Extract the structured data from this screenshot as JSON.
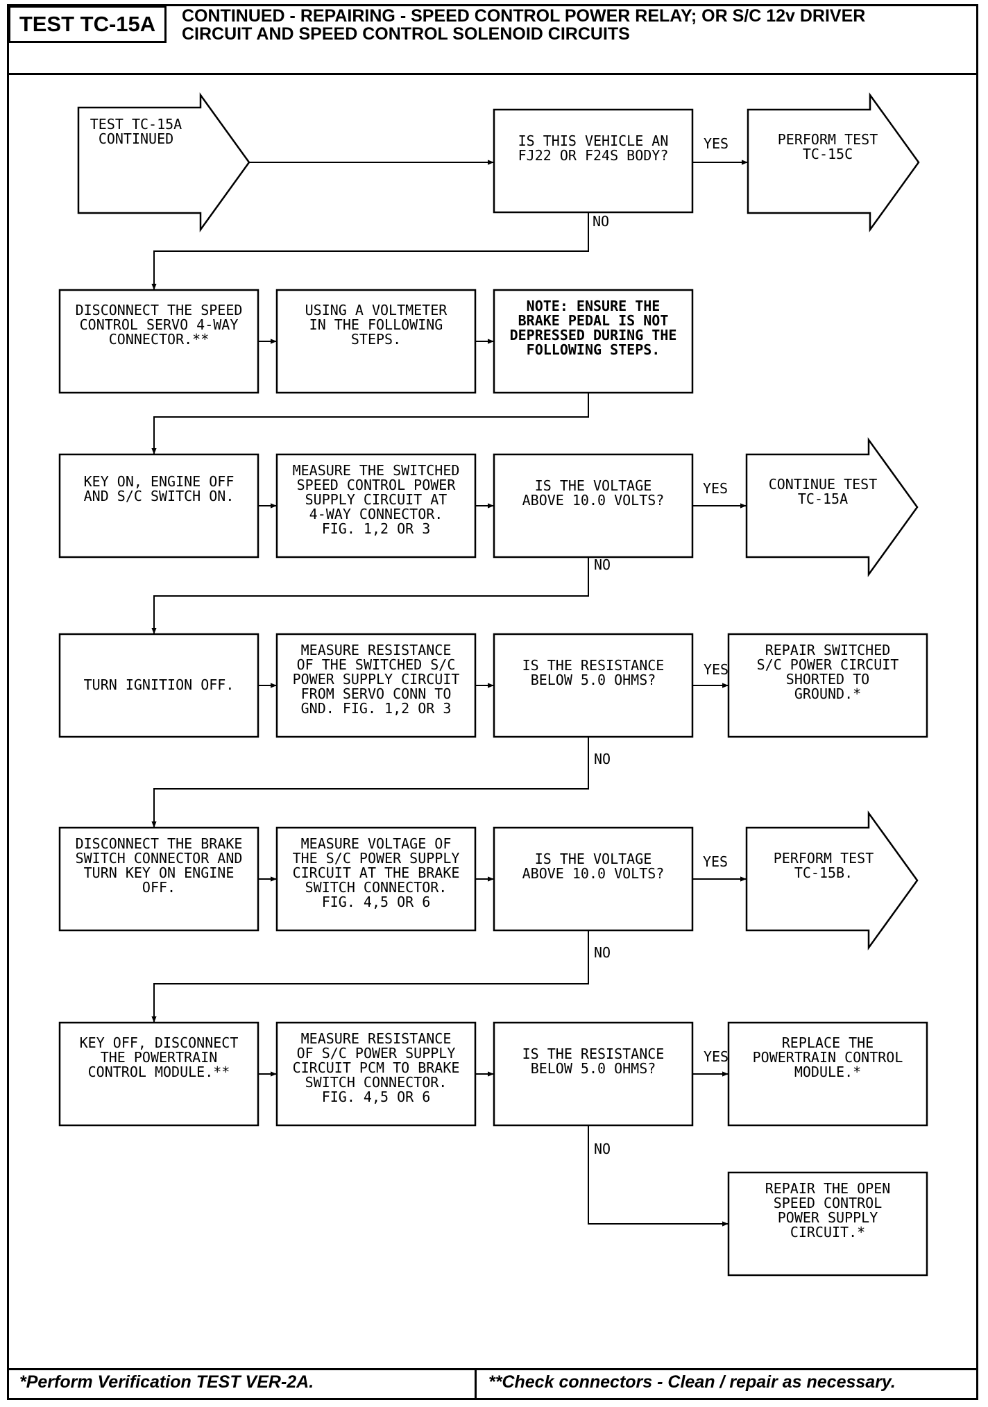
{
  "header": {
    "test_id": "TEST TC-15A",
    "title_line1": "CONTINUED - REPAIRING - SPEED CONTROL POWER RELAY; OR S/C 12v DRIVER",
    "title_line2": "CIRCUIT AND SPEED CONTROL SOLENOID CIRCUITS"
  },
  "labels": {
    "yes": "YES",
    "no": "NO"
  },
  "nodes": {
    "start": {
      "shape": "arrow",
      "lines": [
        "TEST TC-15A",
        "CONTINUED"
      ]
    },
    "q_body": {
      "shape": "decision",
      "lines": [
        "IS THIS VEHICLE AN",
        "FJ22 OR F24S BODY?"
      ]
    },
    "tc15c": {
      "shape": "arrow",
      "lines": [
        "PERFORM TEST",
        "TC-15C"
      ]
    },
    "disc_servo": {
      "shape": "process",
      "lines": [
        "DISCONNECT THE SPEED",
        "CONTROL SERVO 4-WAY",
        "CONNECTOR.**"
      ]
    },
    "voltmeter": {
      "shape": "process",
      "lines": [
        "USING A VOLTMETER",
        "IN THE FOLLOWING",
        "STEPS."
      ]
    },
    "note": {
      "shape": "note",
      "lines": [
        "NOTE: ENSURE THE",
        "BRAKE PEDAL IS NOT",
        "DEPRESSED DURING THE",
        "FOLLOWING STEPS."
      ]
    },
    "key_on": {
      "shape": "process",
      "lines": [
        "KEY ON, ENGINE OFF",
        "AND S/C SWITCH ON."
      ]
    },
    "meas_switched": {
      "shape": "process",
      "lines": [
        "MEASURE THE SWITCHED",
        "SPEED CONTROL POWER",
        "SUPPLY CIRCUIT AT",
        "4-WAY CONNECTOR.",
        "FIG. 1,2 OR 3"
      ]
    },
    "q_volt1": {
      "shape": "decision",
      "lines": [
        "IS THE VOLTAGE",
        "ABOVE 10.0 VOLTS?"
      ]
    },
    "cont_tc15a": {
      "shape": "arrow",
      "lines": [
        "CONTINUE TEST",
        "TC-15A"
      ]
    },
    "ign_off": {
      "shape": "process",
      "lines": [
        "TURN IGNITION OFF."
      ]
    },
    "meas_res1": {
      "shape": "process",
      "lines": [
        "MEASURE RESISTANCE",
        "OF THE SWITCHED S/C",
        "POWER SUPPLY CIRCUIT",
        "FROM SERVO CONN TO",
        "GND.   FIG. 1,2 OR 3"
      ]
    },
    "q_res1": {
      "shape": "decision",
      "lines": [
        "IS THE RESISTANCE",
        "BELOW 5.0 OHMS?"
      ]
    },
    "repair_short": {
      "shape": "terminal",
      "lines": [
        "REPAIR SWITCHED",
        "S/C POWER CIRCUIT",
        "SHORTED TO",
        "GROUND.*"
      ]
    },
    "disc_brake": {
      "shape": "process",
      "lines": [
        "DISCONNECT THE BRAKE",
        "SWITCH CONNECTOR AND",
        "TURN KEY ON ENGINE",
        "OFF."
      ]
    },
    "meas_volt2": {
      "shape": "process",
      "lines": [
        "MEASURE VOLTAGE OF",
        "THE S/C POWER SUPPLY",
        "CIRCUIT AT THE BRAKE",
        "SWITCH CONNECTOR.",
        "FIG. 4,5 OR 6"
      ]
    },
    "q_volt2": {
      "shape": "decision",
      "lines": [
        "IS THE VOLTAGE",
        "ABOVE 10.0 VOLTS?"
      ]
    },
    "tc15b": {
      "shape": "arrow",
      "lines": [
        "PERFORM TEST",
        "TC-15B."
      ]
    },
    "key_off_pcm": {
      "shape": "process",
      "lines": [
        "KEY OFF, DISCONNECT",
        "THE POWERTRAIN",
        "CONTROL MODULE.**"
      ]
    },
    "meas_res2": {
      "shape": "process",
      "lines": [
        "MEASURE RESISTANCE",
        "OF S/C POWER SUPPLY",
        "CIRCUIT PCM TO BRAKE",
        "SWITCH CONNECTOR.",
        "FIG. 4,5 OR 6"
      ]
    },
    "q_res2": {
      "shape": "decision",
      "lines": [
        "IS THE RESISTANCE",
        "BELOW 5.0 OHMS?"
      ]
    },
    "replace_pcm": {
      "shape": "terminal",
      "lines": [
        "REPLACE THE",
        "POWERTRAIN CONTROL",
        "MODULE.*"
      ]
    },
    "repair_open": {
      "shape": "terminal",
      "lines": [
        "REPAIR THE OPEN",
        "SPEED CONTROL",
        "POWER SUPPLY",
        "CIRCUIT.*"
      ]
    }
  },
  "edges": [
    {
      "from": "start",
      "to": "q_body",
      "label": ""
    },
    {
      "from": "q_body",
      "to": "tc15c",
      "label": "YES"
    },
    {
      "from": "q_body",
      "to": "disc_servo",
      "label": "NO"
    },
    {
      "from": "disc_servo",
      "to": "voltmeter",
      "label": ""
    },
    {
      "from": "voltmeter",
      "to": "note",
      "label": ""
    },
    {
      "from": "note",
      "to": "key_on",
      "label": ""
    },
    {
      "from": "key_on",
      "to": "meas_switched",
      "label": ""
    },
    {
      "from": "meas_switched",
      "to": "q_volt1",
      "label": ""
    },
    {
      "from": "q_volt1",
      "to": "cont_tc15a",
      "label": "YES"
    },
    {
      "from": "q_volt1",
      "to": "ign_off",
      "label": "NO"
    },
    {
      "from": "ign_off",
      "to": "meas_res1",
      "label": ""
    },
    {
      "from": "meas_res1",
      "to": "q_res1",
      "label": ""
    },
    {
      "from": "q_res1",
      "to": "repair_short",
      "label": "YES"
    },
    {
      "from": "q_res1",
      "to": "disc_brake",
      "label": "NO"
    },
    {
      "from": "disc_brake",
      "to": "meas_volt2",
      "label": ""
    },
    {
      "from": "meas_volt2",
      "to": "q_volt2",
      "label": ""
    },
    {
      "from": "q_volt2",
      "to": "tc15b",
      "label": "YES"
    },
    {
      "from": "q_volt2",
      "to": "key_off_pcm",
      "label": "NO"
    },
    {
      "from": "key_off_pcm",
      "to": "meas_res2",
      "label": ""
    },
    {
      "from": "meas_res2",
      "to": "q_res2",
      "label": ""
    },
    {
      "from": "q_res2",
      "to": "replace_pcm",
      "label": "YES"
    },
    {
      "from": "q_res2",
      "to": "repair_open",
      "label": "NO"
    }
  ],
  "footer": {
    "left": "*Perform Verification TEST VER-2A.",
    "right": "**Check connectors - Clean / repair as necessary."
  }
}
